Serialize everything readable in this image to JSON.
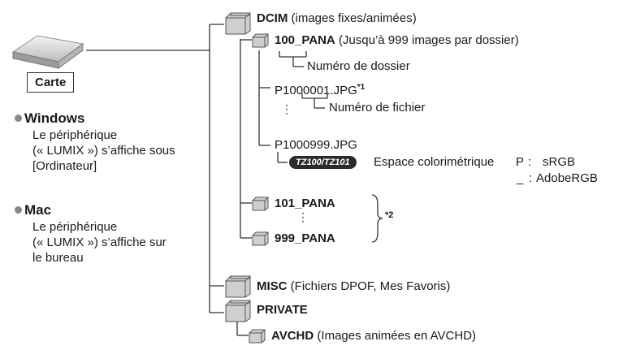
{
  "card": {
    "label": "Carte"
  },
  "windows": {
    "title": "Windows",
    "lines": [
      "Le périphérique",
      "(« LUMIX ») s’affiche sous",
      "[Ordinateur]"
    ]
  },
  "mac": {
    "title": "Mac",
    "lines": [
      "Le périphérique",
      "(« LUMIX ») s’affiche sur",
      "le bureau"
    ]
  },
  "dcim": {
    "name": "DCIM",
    "desc": "(images fixes/animées)"
  },
  "pana100": {
    "name": "100_PANA",
    "desc": "(Jusqu’à 999 images par dossier)"
  },
  "folder_number_label": "Numéro de dossier",
  "file1": {
    "name": "P1000001.JPG",
    "note": "*1"
  },
  "file_number_label": "Numéro de fichier",
  "vdots": "⋮",
  "file999": {
    "name": "P1000999.JPG"
  },
  "model_badge": "TZ100/TZ101",
  "color_space": {
    "label": "Espace colorimétrique",
    "p_key": "P",
    "p_sep": ":",
    "p_val": "sRGB",
    "u_key": "_",
    "u_sep": ":",
    "u_val": "AdobeRGB"
  },
  "pana101": {
    "name": "101_PANA"
  },
  "pana999": {
    "name": "999_PANA"
  },
  "note2": "*2",
  "misc": {
    "name": "MISC",
    "desc": "(Fichiers DPOF, Mes Favoris)"
  },
  "private": {
    "name": "PRIVATE"
  },
  "avchd": {
    "name": "AVCHD",
    "desc": "(Images animées en AVCHD)"
  }
}
